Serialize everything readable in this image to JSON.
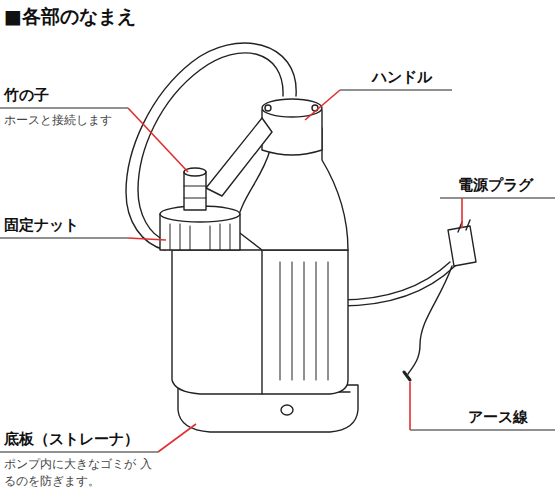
{
  "diagram": {
    "title": "■各部のなまえ",
    "labels": [
      "竹の子",
      "ホースと接続します",
      "ハンドル",
      "固定ナット",
      "電源プラグ",
      "底板（ストレーナ）",
      "ポンプ内に大きなゴミが 入るのを防ぎます。",
      "アース線"
    ]
  }
}
